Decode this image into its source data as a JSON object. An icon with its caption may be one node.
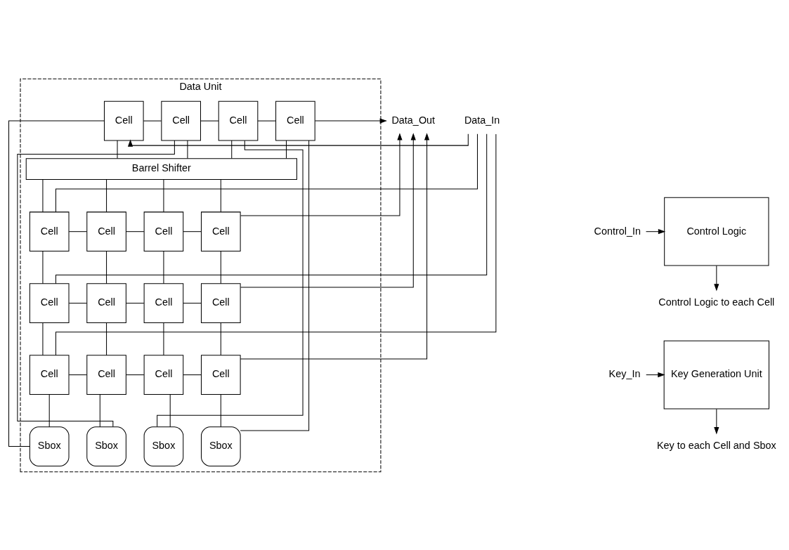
{
  "diagram": {
    "nodes": [
      {
        "text": [
          "Data Unit"
        ]
      },
      {
        "text": [
          "Cell"
        ],
        "in": 0
      },
      {
        "text": [
          "Cell"
        ],
        "in": 0
      },
      {
        "text": [
          "Cell"
        ],
        "in": 0
      },
      {
        "text": [
          "Cell"
        ],
        "in": 0
      },
      {
        "text": [
          "Barrel Shifter"
        ],
        "in": 0
      },
      {
        "text": [
          "Cell"
        ],
        "in": 0
      },
      {
        "text": [
          "Cell"
        ],
        "in": 0
      },
      {
        "text": [
          "Cell"
        ],
        "in": 0
      },
      {
        "text": [
          "Cell"
        ],
        "in": 0
      },
      {
        "text": [
          "Cell"
        ],
        "in": 0
      },
      {
        "text": [
          "Cell"
        ],
        "in": 0
      },
      {
        "text": [
          "Cell"
        ],
        "in": 0
      },
      {
        "text": [
          "Cell"
        ],
        "in": 0
      },
      {
        "text": [
          "Cell"
        ],
        "in": 0
      },
      {
        "text": [
          "Cell"
        ],
        "in": 0
      },
      {
        "text": [
          "Cell"
        ],
        "in": 0
      },
      {
        "text": [
          "Cell"
        ],
        "in": 0
      },
      {
        "text": [
          "Sbox"
        ],
        "in": 0
      },
      {
        "text": [
          "Sbox"
        ],
        "in": 0
      },
      {
        "text": [
          "Sbox"
        ],
        "in": 0
      },
      {
        "text": [
          "Sbox"
        ],
        "in": 0
      },
      {
        "text": [
          "Data_In"
        ]
      },
      {
        "text": [
          "Data_Out"
        ]
      },
      {
        "text": [
          "Control Logic"
        ]
      },
      {
        "text": [
          "Control_In"
        ]
      },
      {
        "text": [
          "Control Logic to each Cell"
        ]
      },
      {
        "text": [
          "Key Generation Unit"
        ]
      },
      {
        "text": [
          "Key_In"
        ]
      },
      {
        "text": [
          "Key to each Cell and Sbox"
        ]
      }
    ],
    "edges": [
      {
        "from": 22,
        "to": 1,
        "arrow": "to"
      },
      {
        "from": 22,
        "to": 6,
        "arrow": "none"
      },
      {
        "from": 22,
        "to": 10,
        "arrow": "none"
      },
      {
        "from": 22,
        "to": 14,
        "arrow": "none"
      },
      {
        "from": 4,
        "to": 23,
        "arrow": "to"
      },
      {
        "from": 9,
        "to": 23,
        "arrow": "to"
      },
      {
        "from": 13,
        "to": 23,
        "arrow": "to"
      },
      {
        "from": 17,
        "to": 23,
        "arrow": "to"
      },
      {
        "from": 1,
        "to": 2,
        "arrow": "none"
      },
      {
        "from": 2,
        "to": 3,
        "arrow": "none"
      },
      {
        "from": 3,
        "to": 4,
        "arrow": "none"
      },
      {
        "from": 6,
        "to": 7,
        "arrow": "none"
      },
      {
        "from": 7,
        "to": 8,
        "arrow": "none"
      },
      {
        "from": 8,
        "to": 9,
        "arrow": "none"
      },
      {
        "from": 10,
        "to": 11,
        "arrow": "none"
      },
      {
        "from": 11,
        "to": 12,
        "arrow": "none"
      },
      {
        "from": 12,
        "to": 13,
        "arrow": "none"
      },
      {
        "from": 14,
        "to": 15,
        "arrow": "none"
      },
      {
        "from": 15,
        "to": 16,
        "arrow": "none"
      },
      {
        "from": 16,
        "to": 17,
        "arrow": "none"
      },
      {
        "from": 1,
        "to": 5,
        "arrow": "none"
      },
      {
        "from": 2,
        "to": 5,
        "arrow": "none"
      },
      {
        "from": 3,
        "to": 5,
        "arrow": "none"
      },
      {
        "from": 4,
        "to": 5,
        "arrow": "none"
      },
      {
        "from": 5,
        "to": 6,
        "arrow": "none"
      },
      {
        "from": 5,
        "to": 7,
        "arrow": "none"
      },
      {
        "from": 5,
        "to": 8,
        "arrow": "none"
      },
      {
        "from": 5,
        "to": 9,
        "arrow": "none"
      },
      {
        "from": 6,
        "to": 10,
        "arrow": "none"
      },
      {
        "from": 7,
        "to": 11,
        "arrow": "none"
      },
      {
        "from": 8,
        "to": 12,
        "arrow": "none"
      },
      {
        "from": 9,
        "to": 13,
        "arrow": "none"
      },
      {
        "from": 10,
        "to": 14,
        "arrow": "none"
      },
      {
        "from": 11,
        "to": 15,
        "arrow": "none"
      },
      {
        "from": 12,
        "to": 16,
        "arrow": "none"
      },
      {
        "from": 13,
        "to": 17,
        "arrow": "none"
      },
      {
        "from": 14,
        "to": 18,
        "arrow": "none"
      },
      {
        "from": 15,
        "to": 19,
        "arrow": "none"
      },
      {
        "from": 16,
        "to": 20,
        "arrow": "none"
      },
      {
        "from": 17,
        "to": 21,
        "arrow": "none"
      },
      {
        "from": 18,
        "to": 1,
        "arrow": "none"
      },
      {
        "from": 19,
        "to": 2,
        "arrow": "none"
      },
      {
        "from": 20,
        "to": 3,
        "arrow": "none"
      },
      {
        "from": 21,
        "to": 4,
        "arrow": "none"
      },
      {
        "from": 25,
        "to": 24,
        "arrow": "to"
      },
      {
        "from": 24,
        "to": 26,
        "arrow": "to"
      },
      {
        "from": 28,
        "to": 27,
        "arrow": "to"
      },
      {
        "from": 27,
        "to": 29,
        "arrow": "to"
      }
    ]
  }
}
